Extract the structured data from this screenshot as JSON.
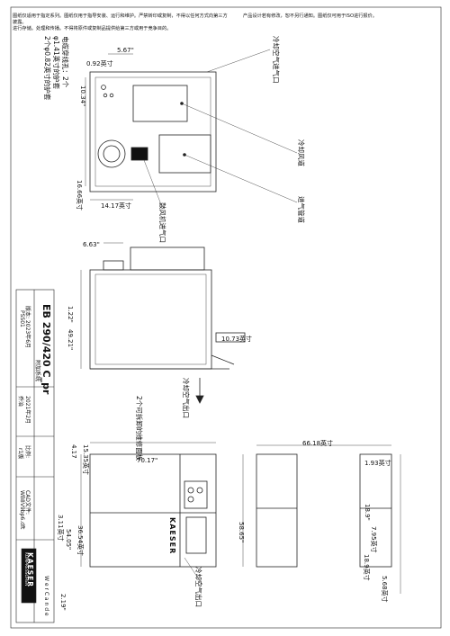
{
  "header": {
    "left_note_line1": "图纸仅适用于指定系列。图纸仅用于指导安装、运行和维护。严禁转印或复制，不得以任何方式向第三方披露。",
    "left_note_line2": "进行存储。处理和传播。不得将原件或复制品提供给第三方或用于竞争目的。",
    "right_note": "产品设计若有修改，恕不另行通知。图纸仅可用于ISO进行报价。"
  },
  "top_view": {
    "label_cooling_air_inlet": "冷却空气进气口",
    "label_cooling_duct": "冷却风道",
    "label_exhaust_pipe": "进气管道",
    "label_fan_inlet": "鼓风机进气口",
    "label_power_entry": "电缆穿线孔：2个",
    "label_hole_a": "φ1.41英寸的护套",
    "label_hole_b": "2个φ0.82英寸的护套",
    "dim_top": "5.67\"",
    "dim_side_a": "0.92英寸",
    "dim_side_b": "10.34\"",
    "dim_bottom_a": "16.66英寸",
    "dim_bottom_b": "14.17英寸"
  },
  "side_view": {
    "dim_flange": "6.63\"",
    "dim_left_a": "1.22\"",
    "dim_left_b": "49.21\"",
    "dim_outlet": "10.73英寸",
    "label_cooling_air_outlet": "冷却空气出口",
    "label_panel": "2个可拆卸的维修面板"
  },
  "front_view": {
    "dim_top_a": "4.17",
    "dim_top_b": "15.35英寸",
    "dim_width": "70.17\"",
    "dim_left_a": "3.11英寸",
    "dim_left_b": "36.54英寸",
    "dim_left_c": "54.05\"",
    "dim_height": "58.65\"",
    "dim_bottom": "2.19\"",
    "label_outlet": "冷却空气出口",
    "brand": "KAESER"
  },
  "right_view": {
    "dim_width": "66.18英寸",
    "dim_a": "1.93英寸",
    "dim_b": "18.9\"",
    "dim_c": "7.95英寸",
    "dim_d": "18.9英寸",
    "dim_e": "5.68英寸"
  },
  "title_block": {
    "model": "EB 290/420 C_pr",
    "model_sub": "附加系统",
    "meta_1": "版本: 2023年6月",
    "meta_2": "PSS01",
    "meta_3": "2021年2月",
    "meta_4": "乔治",
    "meta_5": "比例:",
    "meta_6": "r1版",
    "meta_7": "CAD文件:",
    "meta_8": "WB8V9bp6.dft",
    "brand_name": "KAESER",
    "brand_tag": "KOMPRESSOREN",
    "footer": "W e r C a n d e"
  }
}
